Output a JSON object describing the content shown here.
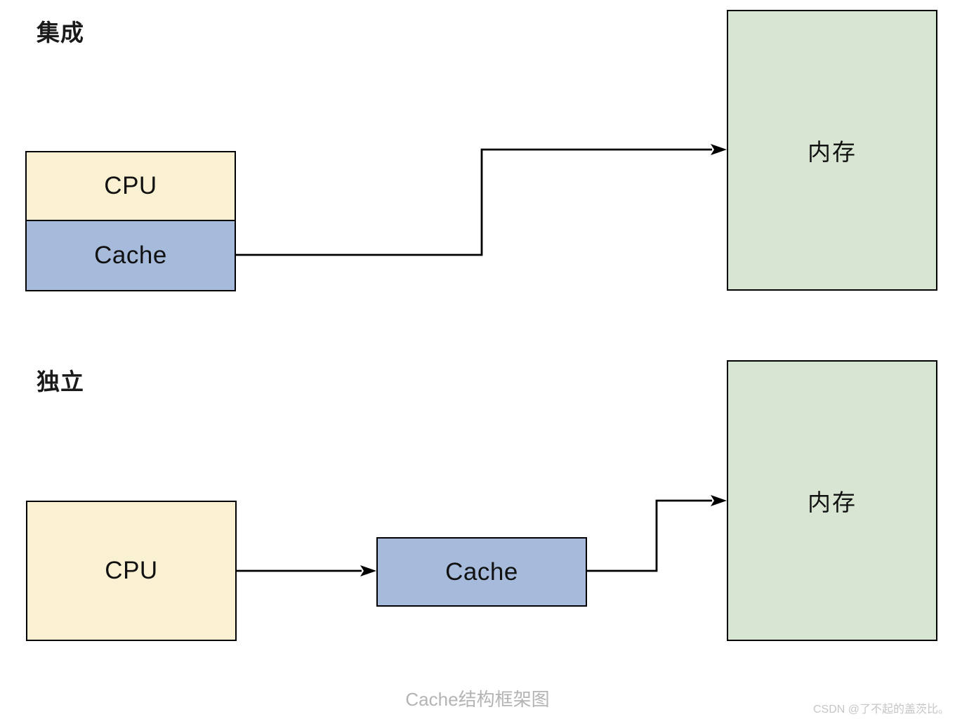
{
  "caption": "Cache结构框架图",
  "watermark": "CSDN @了不起的盖茨比。",
  "colors": {
    "cpu_fill": "#faf1d3",
    "cache_fill": "#a6badb",
    "memory_fill": "#d8e5d3",
    "border": "#000000",
    "connector": "#000000",
    "caption_text": "#b4b4b4",
    "watermark_text": "#c6c6c6"
  },
  "sections": {
    "integrated": {
      "label": "集成",
      "cpu_label": "CPU",
      "cache_label": "Cache",
      "memory_label": "内存"
    },
    "separate": {
      "label": "独立",
      "cpu_label": "CPU",
      "cache_label": "Cache",
      "memory_label": "内存"
    }
  }
}
